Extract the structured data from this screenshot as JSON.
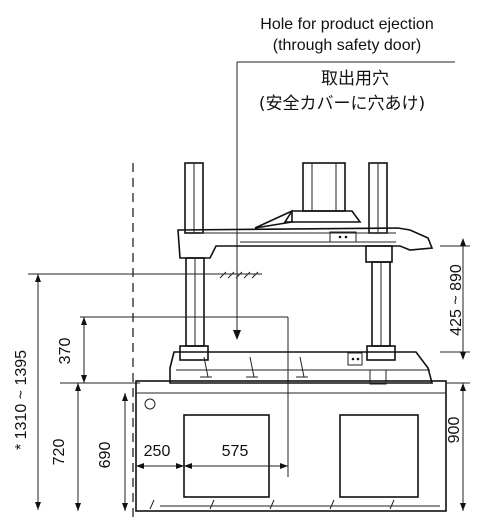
{
  "labels": {
    "ejection_en_line1": "Hole for product ejection",
    "ejection_en_line2": "(through safety door)",
    "ejection_jp_line1": "取出用穴",
    "ejection_jp_line2": "(安全カバーに穴あけ)"
  },
  "dimensions": {
    "stroke_range": "425 ~ 890",
    "total_height_range": "* 1310 ~ 1395",
    "table_to_bed": "370",
    "base_height": "720",
    "bed_height": "690",
    "left_offset": "250",
    "hole_width": "575",
    "right_height": "900"
  }
}
